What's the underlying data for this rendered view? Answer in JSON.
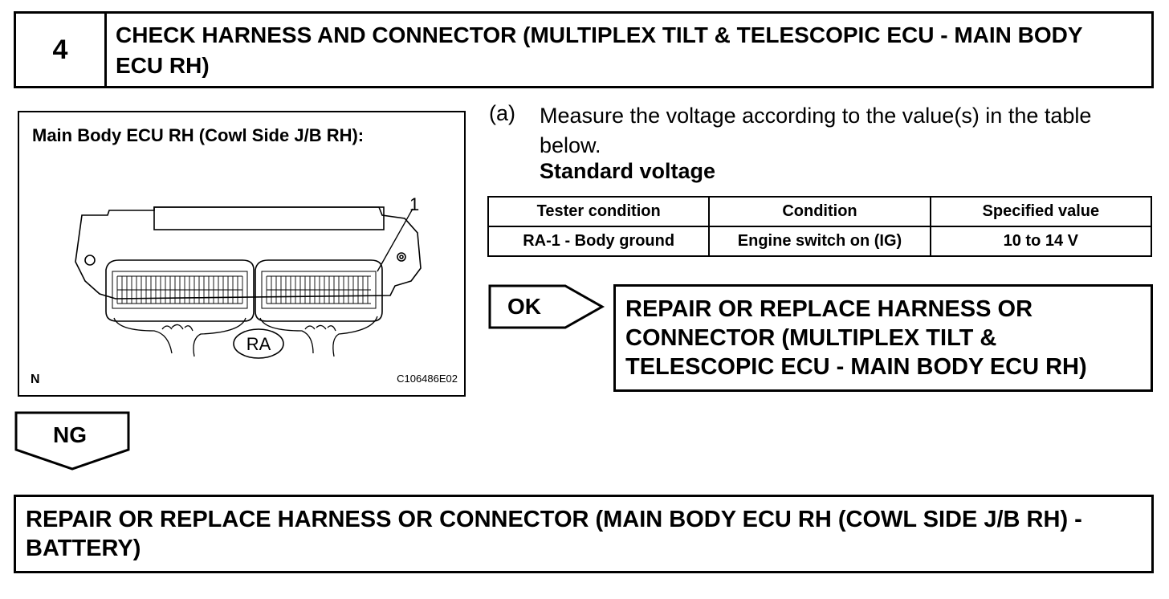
{
  "step": {
    "number": "4",
    "title": "CHECK HARNESS AND CONNECTOR (MULTIPLEX TILT & TELESCOPIC ECU - MAIN BODY ECU RH)"
  },
  "figure": {
    "caption": "Main Body ECU RH (Cowl Side J/B RH):",
    "pin_label": "1",
    "connector_label": "RA",
    "corner_label": "N",
    "figure_id": "C106486E02"
  },
  "instruction": {
    "label": "(a)",
    "text": "Measure the voltage according to the value(s) in the table below.",
    "subheading": "Standard voltage"
  },
  "table": {
    "headers": [
      "Tester condition",
      "Condition",
      "Specified value"
    ],
    "rows": [
      [
        "RA-1 - Body ground",
        "Engine switch on (IG)",
        "10 to 14 V"
      ]
    ]
  },
  "ok_branch": {
    "label": "OK",
    "result": "REPAIR OR REPLACE HARNESS OR CONNECTOR (MULTIPLEX TILT & TELESCOPIC ECU - MAIN BODY ECU RH)"
  },
  "ng_branch": {
    "label": "NG",
    "result": "REPAIR OR REPLACE HARNESS OR CONNECTOR (MAIN BODY ECU RH (COWL SIDE J/B RH) - BATTERY)"
  }
}
